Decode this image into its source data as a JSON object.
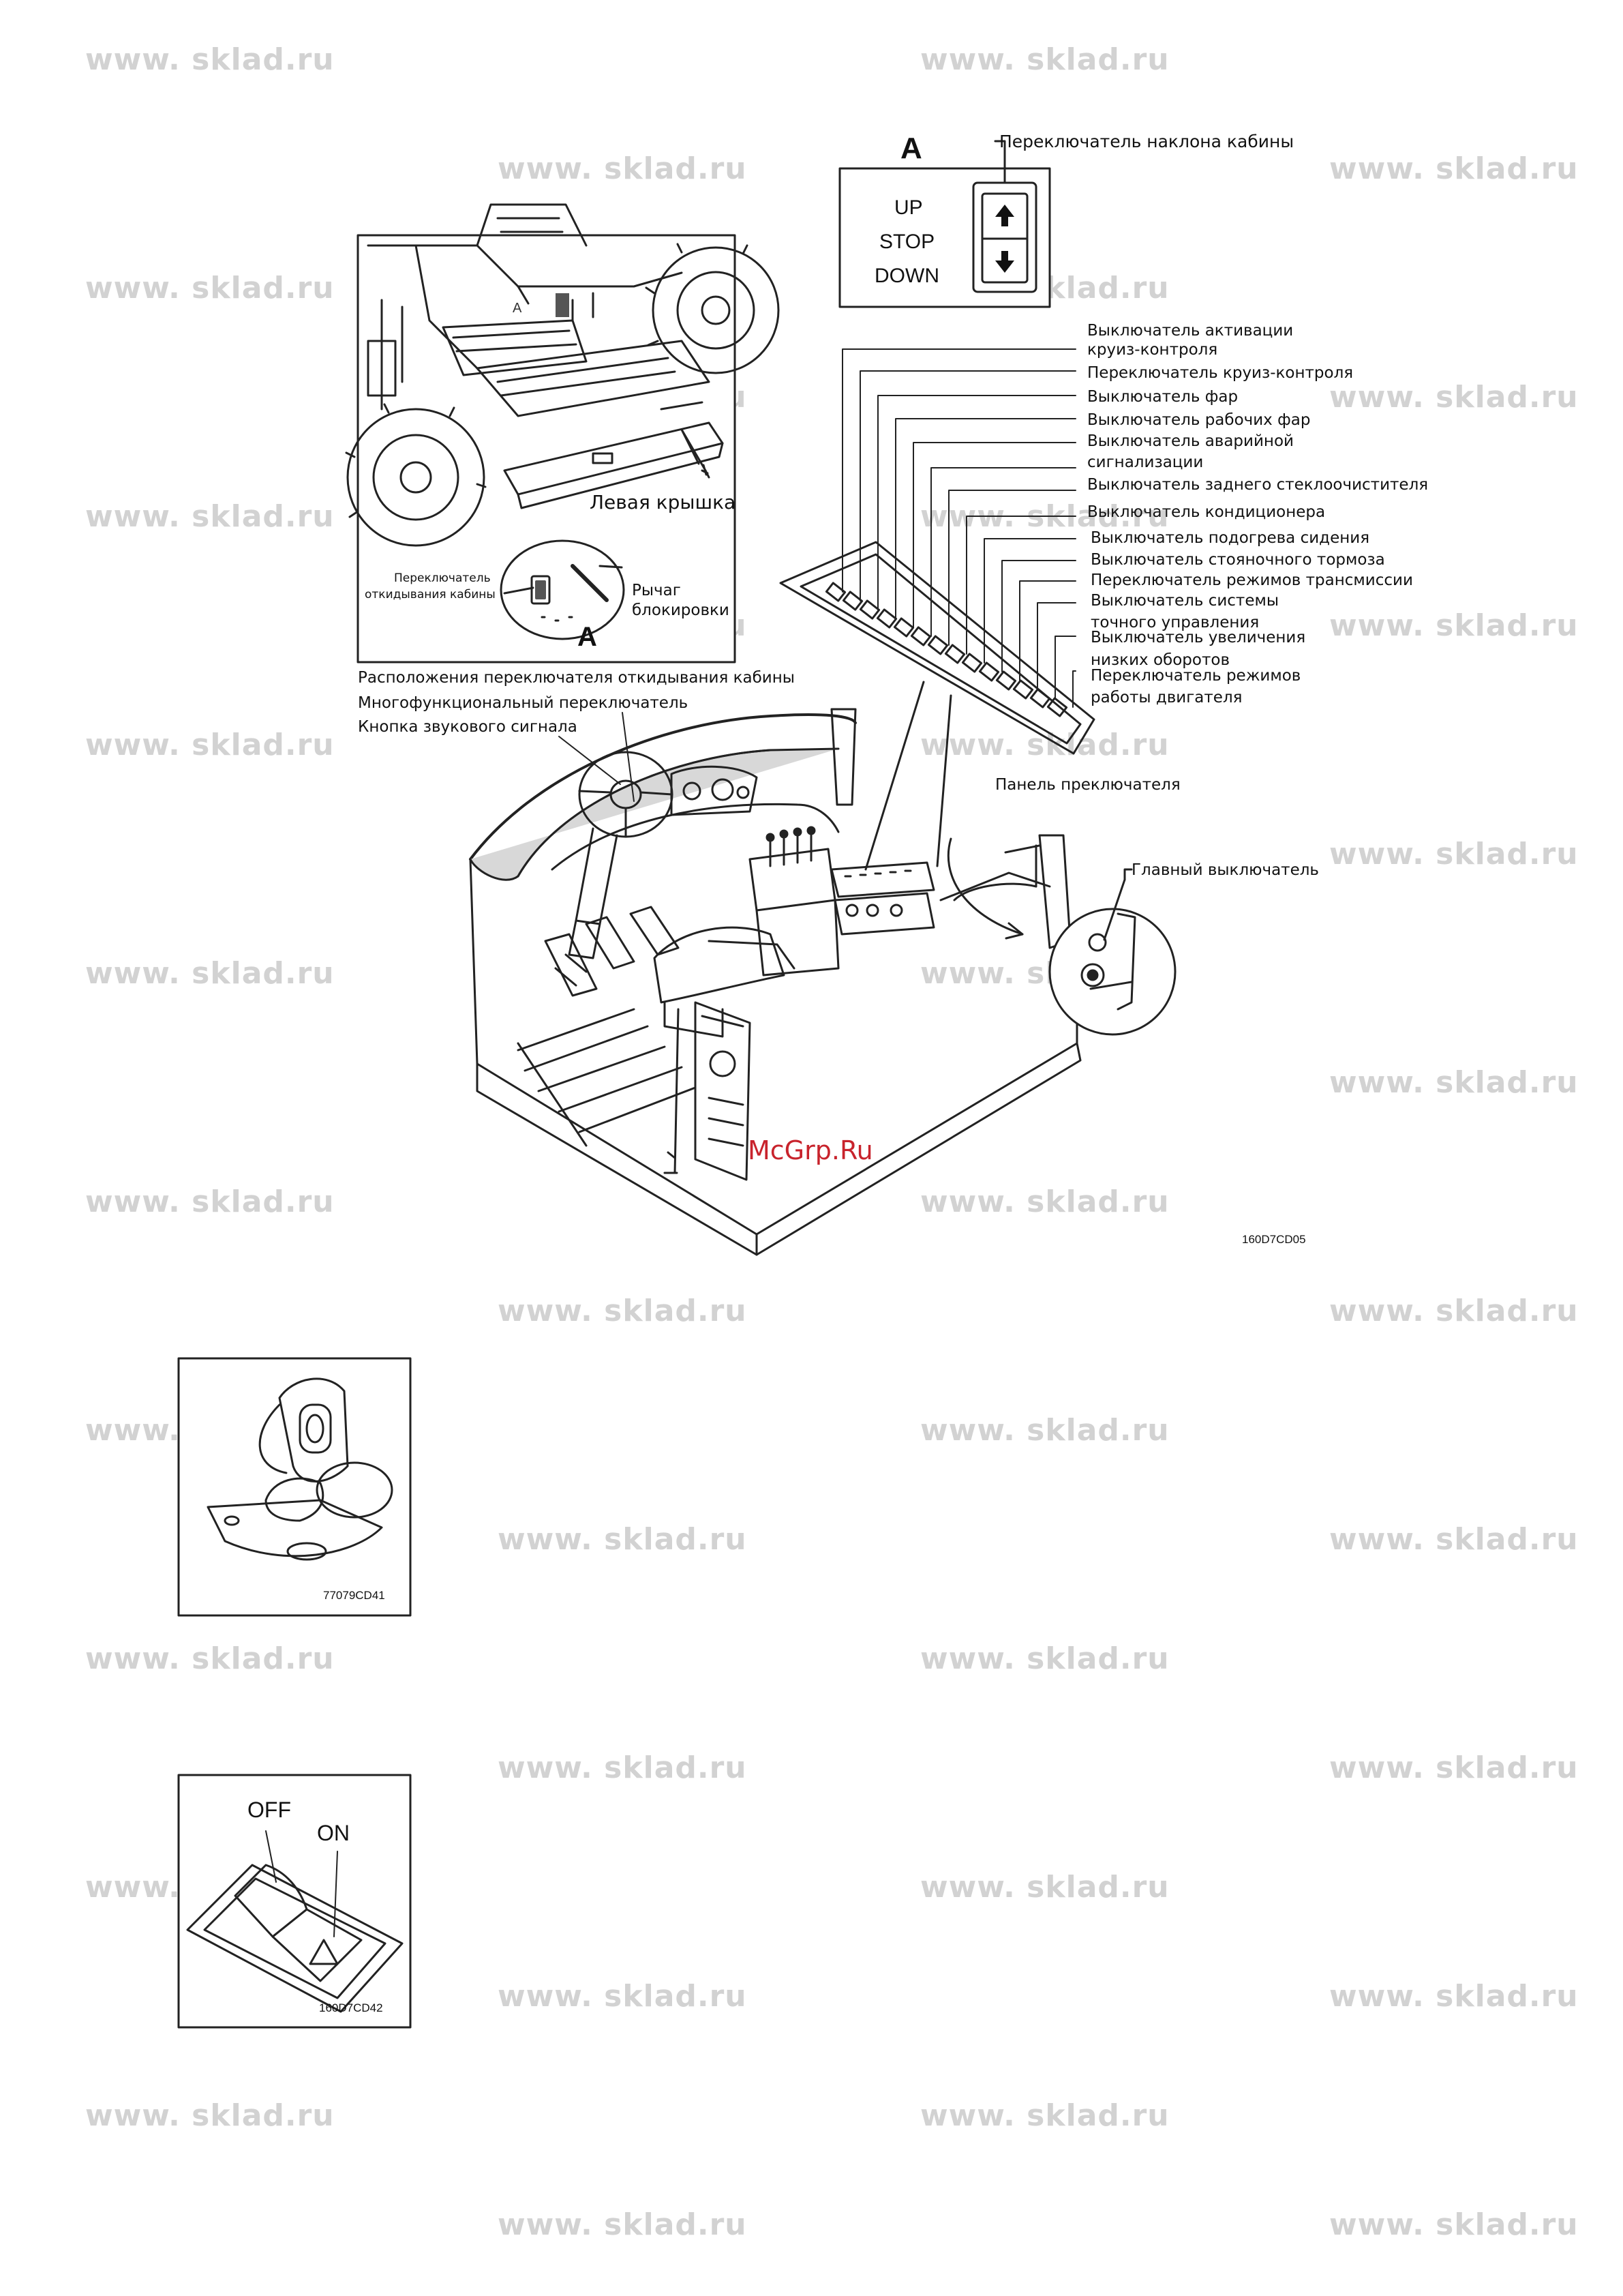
{
  "watermark": "www. sklad.ru",
  "mcgrp": "McGrp.Ru",
  "cab_tilt": {
    "marker": "A",
    "title": "Переключатель наклона кабины",
    "states": [
      "UP",
      "STOP",
      "DOWN"
    ]
  },
  "location_inset": {
    "left_cover": "Левая крышка",
    "tilt_switch_label": [
      "Переключатель",
      "откидывания кабины"
    ],
    "lock_lever": [
      "Рычаг",
      "блокировки"
    ],
    "marker_a_small": "A",
    "marker_a_big": "A"
  },
  "captions": {
    "location": "Расположения переключателя откидывания кабины",
    "multifunction": "Многофункциональный переключатель",
    "horn": "Кнопка звукового сигнала",
    "switch_panel": "Панель преключателя",
    "main_switch": "Главный выключатель"
  },
  "panel_labels": [
    "Выключатель активации",
    "круиз-контроля",
    "Переключатель круиз-контроля",
    "Выключатель фар",
    "Выключатель рабочих фар",
    "Выключатель аварийной",
    "сигнализации",
    "Выключатель заднего стеклоочистителя",
    "Выключатель кондиционера",
    "Выключатель подогрева сидения",
    "Выключатель стояночного тормоза",
    "Переключатель режимов трансмиссии",
    "Выключатель системы",
    "точного управления",
    "Выключатель увеличения",
    "низких оборотов",
    "Переключатель режимов",
    "работы двигателя"
  ],
  "figure_codes": {
    "main": "160D7CD05",
    "key": "77079CD41",
    "switch": "160D7CD42"
  },
  "switch_fig": {
    "off": "OFF",
    "on": "ON"
  }
}
